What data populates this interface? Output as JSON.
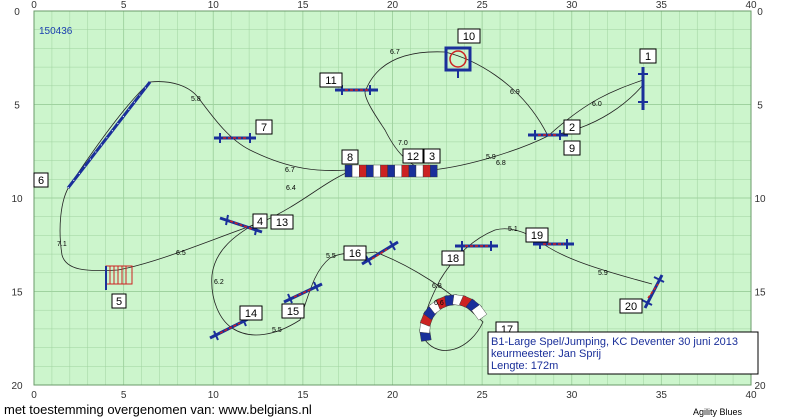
{
  "course_id": "150436",
  "axis": {
    "x_ticks": [
      "0",
      "5",
      "10",
      "15",
      "20",
      "25",
      "30",
      "35",
      "40"
    ],
    "y_ticks": [
      "0",
      "5",
      "10",
      "15",
      "20"
    ]
  },
  "obstacles": [
    {
      "number": "1"
    },
    {
      "number": "2"
    },
    {
      "number": "3"
    },
    {
      "number": "4"
    },
    {
      "number": "5"
    },
    {
      "number": "6"
    },
    {
      "number": "7"
    },
    {
      "number": "8"
    },
    {
      "number": "9"
    },
    {
      "number": "10"
    },
    {
      "number": "11"
    },
    {
      "number": "12"
    },
    {
      "number": "13"
    },
    {
      "number": "14"
    },
    {
      "number": "15"
    },
    {
      "number": "16"
    },
    {
      "number": "17"
    },
    {
      "number": "18"
    },
    {
      "number": "19"
    },
    {
      "number": "20"
    }
  ],
  "distances": [
    "6.0",
    "6.9",
    "6.7",
    "7.0",
    "6.8",
    "5.9",
    "6.7",
    "5.8",
    "7.1",
    "6.5",
    "6.4",
    "6.2",
    "5.5",
    "5.5",
    "6.8",
    "6.6",
    "5.1",
    "5.9"
  ],
  "info": {
    "line1": "B1-Large Spel/Jumping, KC Deventer 30 juni 2013",
    "line2": "keurmeester: Jan Sprij",
    "line3": "Lengte: 172m"
  },
  "credit": "met toestemming overgenomen van: www.belgians.nl",
  "brand": "Agility Blues",
  "colors": {
    "field": "#ccf5cc",
    "grid": "#9fd29f",
    "path": "#222222",
    "bar_blue": "#1a2f9a",
    "bar_red": "#cc2222"
  }
}
